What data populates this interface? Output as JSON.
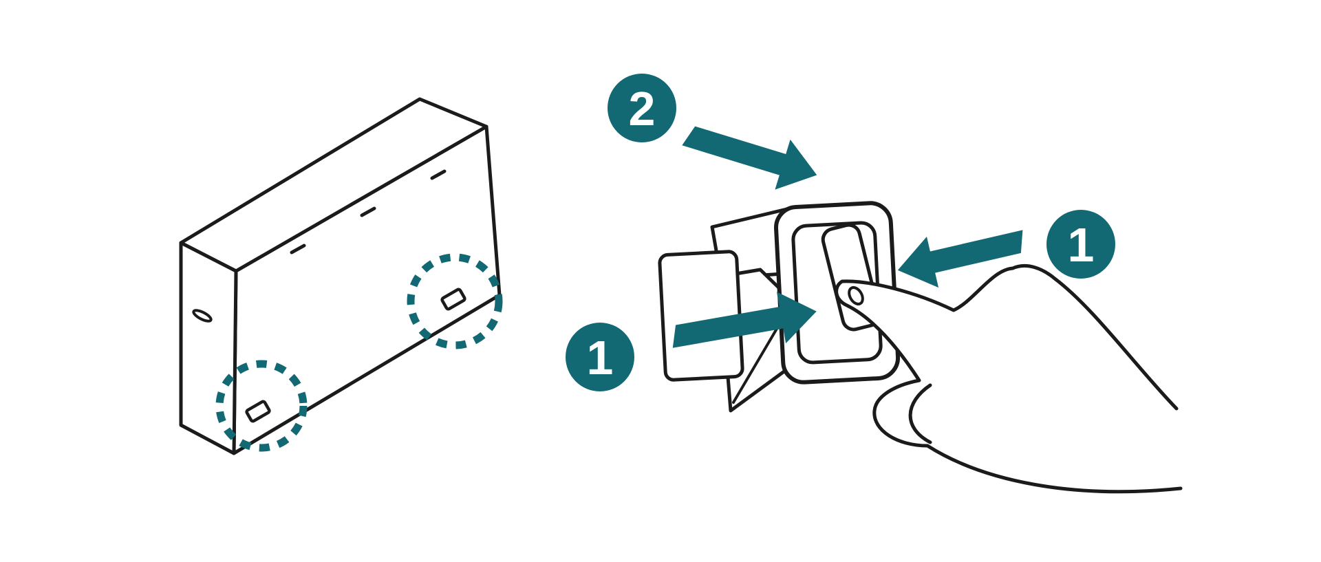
{
  "figure": {
    "kind": "instruction-diagram-line-art",
    "background": "#ffffff"
  },
  "colors": {
    "accent": "#126973",
    "line": "#1b1b1b",
    "paper": "#ffffff"
  },
  "badges": {
    "step2_top": "2",
    "step1_left": "1",
    "step1_right": "1"
  },
  "icons": {
    "carton": "tv-carton-rear-isometric",
    "latch_markers": "dashed-circle-highlight",
    "clip_frame": "packaging-corner-clip",
    "hand": "hand-pressing-clip",
    "arrows": "solid-block-direction-arrow",
    "badge": "numbered-step-circle"
  }
}
